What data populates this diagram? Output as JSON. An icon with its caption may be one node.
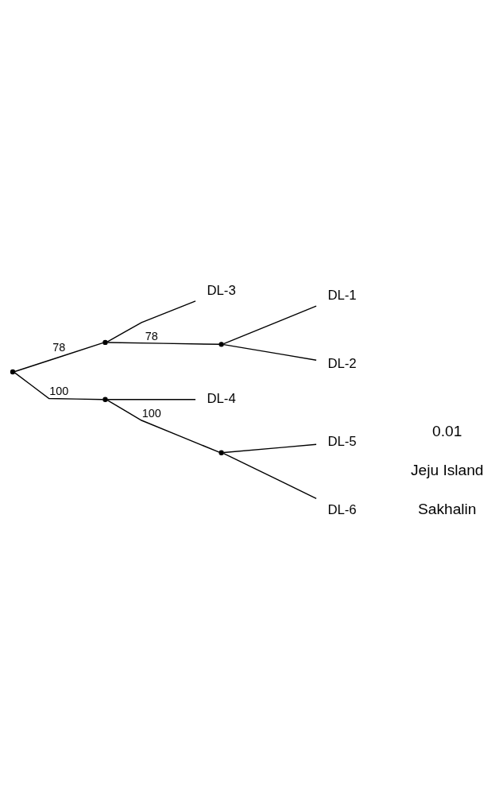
{
  "diagram": {
    "nodes": [
      {
        "text": [
          "DL-3"
        ]
      },
      {
        "text": [
          "DL-1"
        ]
      },
      {
        "text": [
          "DL-2"
        ]
      },
      {
        "text": [
          "DL-4"
        ]
      },
      {
        "text": [
          "DL-5"
        ]
      },
      {
        "text": [
          "DL-6"
        ]
      },
      {
        "text": [],
        "shape": "point"
      },
      {
        "text": [],
        "shape": "point"
      },
      {
        "text": [],
        "shape": "point"
      },
      {
        "text": [],
        "shape": "point"
      },
      {
        "text": [],
        "shape": "point"
      }
    ],
    "edges": [
      {
        "from": 6,
        "to": 7,
        "arrow": "none",
        "label": "78"
      },
      {
        "from": 7,
        "to": 0,
        "arrow": "none"
      },
      {
        "from": 7,
        "to": 8,
        "arrow": "none",
        "label": "78"
      },
      {
        "from": 8,
        "to": 1,
        "arrow": "none"
      },
      {
        "from": 8,
        "to": 2,
        "arrow": "none"
      },
      {
        "from": 6,
        "to": 9,
        "arrow": "none",
        "label": "100"
      },
      {
        "from": 9,
        "to": 3,
        "arrow": "none"
      },
      {
        "from": 9,
        "to": 10,
        "arrow": "none",
        "label": "100"
      },
      {
        "from": 10,
        "to": 4,
        "arrow": "none"
      },
      {
        "from": 10,
        "to": 5,
        "arrow": "none"
      }
    ],
    "labels": [
      "Sakhalin",
      "Jeju Island",
      "0.01"
    ]
  }
}
